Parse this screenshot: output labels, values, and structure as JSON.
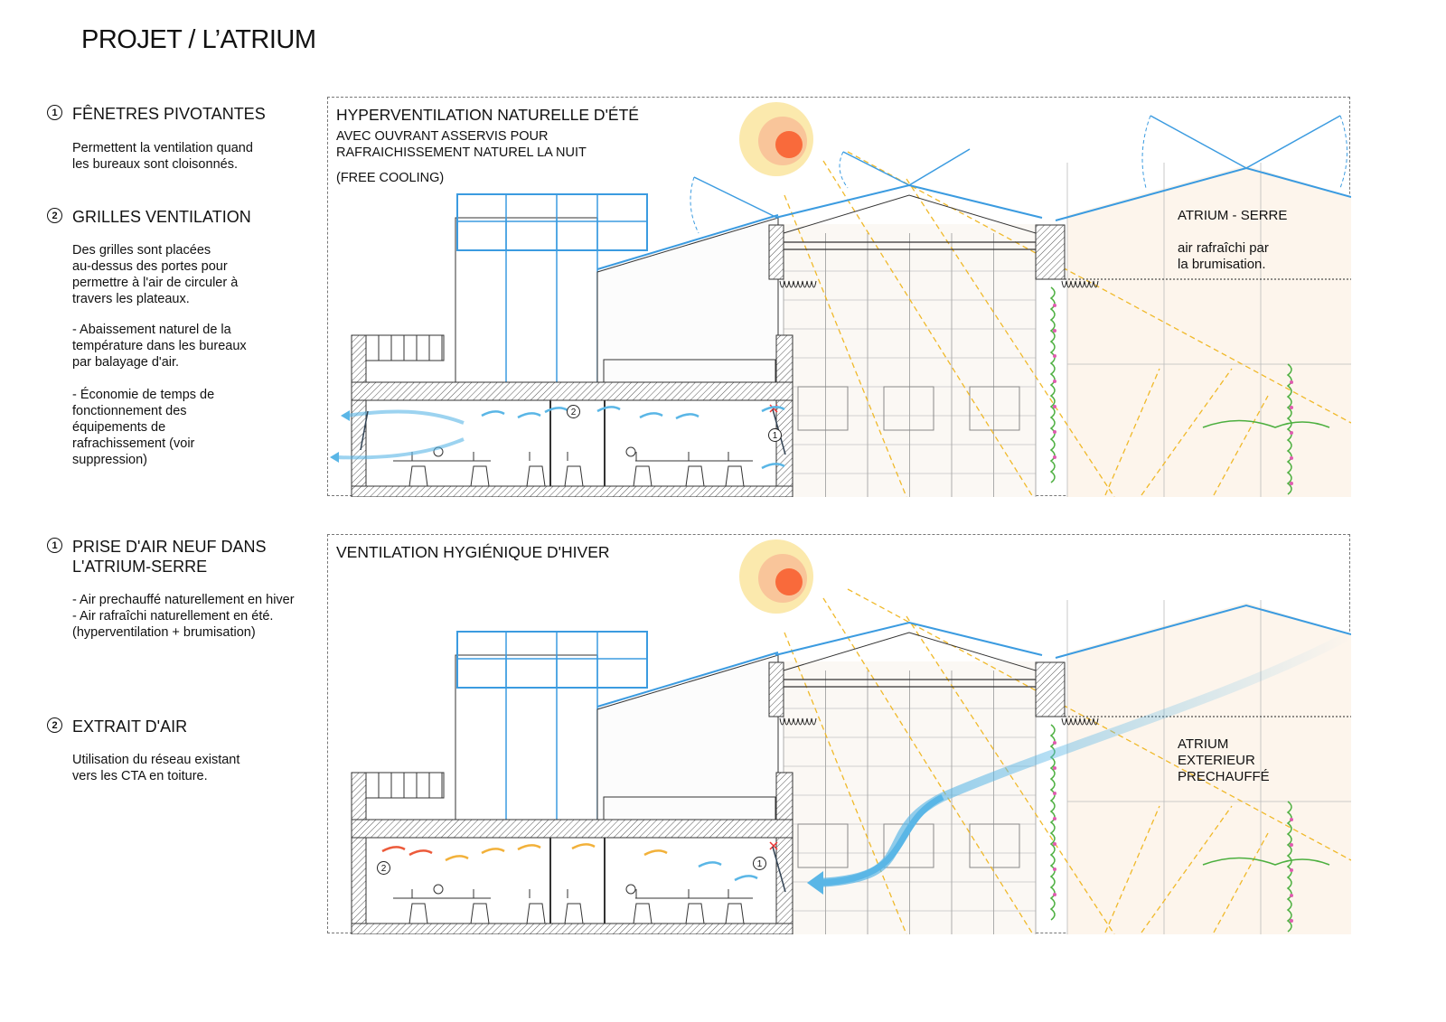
{
  "title": "PROJET / L’ATRIUM",
  "left_column": {
    "summer": [
      {
        "number": "1",
        "heading": "FÊNETRES PIVOTANTES",
        "paragraphs": [
          "Permettent la ventilation quand\nles bureaux sont cloisonnés."
        ]
      },
      {
        "number": "2",
        "heading": "GRILLES VENTILATION",
        "paragraphs": [
          "Des grilles sont placées\nau-dessus des portes pour\npermettre à l'air de circuler à\ntravers les plateaux.",
          "- Abaissement naturel de la\ntempérature dans les bureaux\npar  balayage d'air.",
          "- Économie de temps de\nfonctionnement des\néquipements de\nrafrachissement (voir\nsuppression)"
        ]
      }
    ],
    "winter": [
      {
        "number": "1",
        "heading": "PRISE D'AIR NEUF DANS\nL'ATRIUM-SERRE",
        "paragraphs": [
          "- Air prechauffé naturellement en hiver\n- Air rafraîchi naturellement en été.\n (hyperventilation + brumisation)"
        ]
      },
      {
        "number": "2",
        "heading": "EXTRAIT D'AIR",
        "paragraphs": [
          "Utilisation du réseau existant\nvers les CTA en toiture."
        ]
      }
    ]
  },
  "panels": {
    "summer": {
      "title": "HYPERVENTILATION NATURELLE D'ÉTÉ",
      "subtitle": "AVEC OUVRANT ASSERVIS POUR\nRAFRAICHISSEMENT NATUREL LA NUIT",
      "note": "(FREE COOLING)",
      "atrium_label": "ATRIUM - SERRE\n\nair rafraîchi par\nla brumisation.",
      "markers": [
        "2",
        "1"
      ]
    },
    "winter": {
      "title": "VENTILATION HYGIÉNIQUE D'HIVER",
      "atrium_label": "ATRIUM\nEXTERIEUR\nPRECHAUFFÉ",
      "markers": [
        "2",
        "1"
      ]
    }
  },
  "colors": {
    "structure_blue": "#3b9be0",
    "sun_outer": "#fbe9ad",
    "sun_mid": "#f9c59a",
    "sun_core": "#f96a3b",
    "sun_ray": "#f0b92a",
    "cool_air": "#5ab6e6",
    "warm_air": "#f2b13a",
    "hot_air": "#ec5a3a",
    "atrium_fill": "#fdf5ec",
    "vegetation": "#4caf3f",
    "flower": "#e05cb0"
  }
}
